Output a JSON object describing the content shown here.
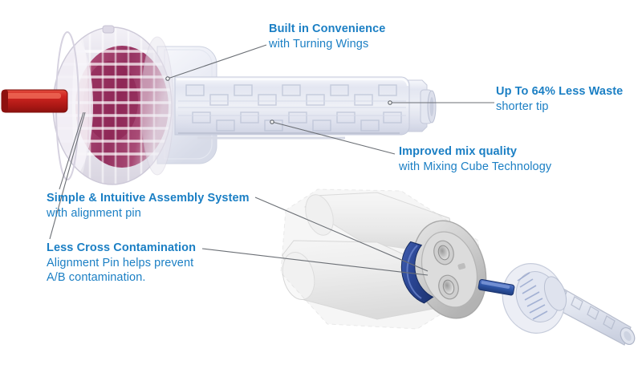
{
  "figure": {
    "kind": "product-feature-diagram",
    "subject": "dual-barrel cartridge dispenser with static mixing tip",
    "background_color": "#ffffff",
    "accent_color": "#1b7fc4",
    "leader_line_color": "#6b6f75"
  },
  "callouts": [
    {
      "id": "wings",
      "title": "Built in Convenience",
      "subtitle": "with Turning Wings",
      "anchor": "mixing-tip-turning-wings"
    },
    {
      "id": "waste",
      "title": "Up To 64% Less Waste",
      "subtitle": "shorter tip",
      "anchor": "mixing-tip-nozzle-end"
    },
    {
      "id": "mix",
      "title": "Improved mix quality",
      "subtitle": "with Mixing Cube Technology",
      "anchor": "mixing-tip-barrel-cubes"
    },
    {
      "id": "assembly",
      "title": "Simple & Intuitive Assembly System",
      "subtitle": "with alignment pin",
      "anchor": "alignment-pin"
    },
    {
      "id": "cross",
      "title": "Less Cross Contamination",
      "subtitle": "Alignment Pin helps prevent",
      "subtitle2": "A/B contamination.",
      "anchor": "alignment-pin"
    }
  ],
  "artwork": {
    "top_device": {
      "name": "assembled-mixing-tip",
      "parts": {
        "alignment_pin": {
          "label": "red alignment pin",
          "color": "#cc2222"
        },
        "hub": {
          "label": "ribbed translucent hub",
          "color": "#e8e4ee"
        },
        "material": {
          "label": "magenta mixed material",
          "color": "#9b2b5e"
        },
        "wings": {
          "label": "turning wings",
          "color": "#e9eaf2"
        },
        "barrel": {
          "label": "mixing cube barrel",
          "color": "#e6e8f0"
        },
        "nozzle": {
          "label": "shorter tip nozzle",
          "color": "#dfe2ec"
        }
      }
    },
    "cartridge": {
      "name": "dual-barrel-cartridge",
      "parts": {
        "body": {
          "label": "white dual barrels",
          "color": "#f0f0f0"
        },
        "collar": {
          "label": "blue alignment collar",
          "color": "#2b4a9b"
        },
        "ports": {
          "label": "two outlet ports",
          "color": "#d9d9d9"
        }
      }
    },
    "loose_tip": {
      "name": "detached-mixing-tip",
      "parts": {
        "pin": {
          "label": "blue alignment pin",
          "color": "#2f56a6"
        },
        "hub": {
          "label": "clear ribbed hub",
          "color": "#e4e7f1"
        },
        "barrel": {
          "label": "clear mixing barrel",
          "color": "#e2e5ef"
        }
      }
    }
  }
}
